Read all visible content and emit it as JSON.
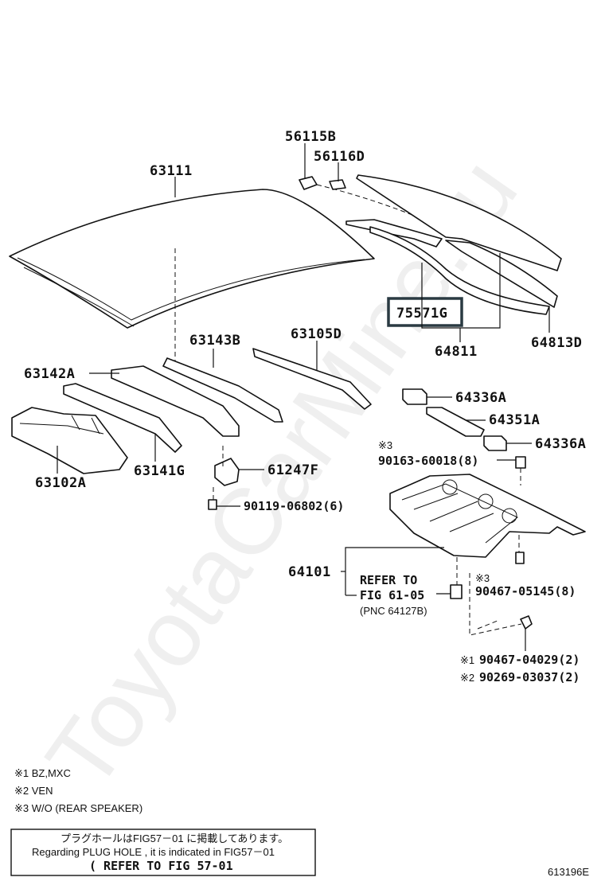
{
  "watermark": "ToyotaCarMine.ru",
  "parts": {
    "p56115B": "56115B",
    "p56116D": "56116D",
    "p63111": "63111",
    "p75571G": "75571G",
    "p64811": "64811",
    "p64813D": "64813D",
    "p63143B": "63143B",
    "p63105D": "63105D",
    "p63142A": "63142A",
    "p63102A": "63102A",
    "p63141G": "63141G",
    "p61247F": "61247F",
    "p90119": "90119-06802(6)",
    "p64336A_1": "64336A",
    "p64351A": "64351A",
    "p64336A_2": "64336A",
    "p90163": "90163-60018(8)",
    "p64101": "64101",
    "p90467_05145": "90467-05145(8)",
    "p90467_04029": "90467-04029(2)",
    "p90269": "90269-03037(2)"
  },
  "marks": {
    "m3_a": "※3",
    "m3_b": "※3",
    "m1": "※1",
    "m2": "※2"
  },
  "refer": {
    "line1": "REFER TO",
    "line2": "FIG 61-05",
    "line3": "(PNC 64127B)"
  },
  "legend": {
    "n1": "※1 BZ,MXC",
    "n2": "※2 VEN",
    "n3": "※3 W/O (REAR SPEAKER)"
  },
  "notebox": {
    "jp": "プラグホールはFIG57－01 に掲載してあります。",
    "en": "Regarding PLUG HOLE , it is indicated in FIG57－01",
    "ref": "( REFER TO FIG 57-01"
  },
  "figure_code": "613196E"
}
